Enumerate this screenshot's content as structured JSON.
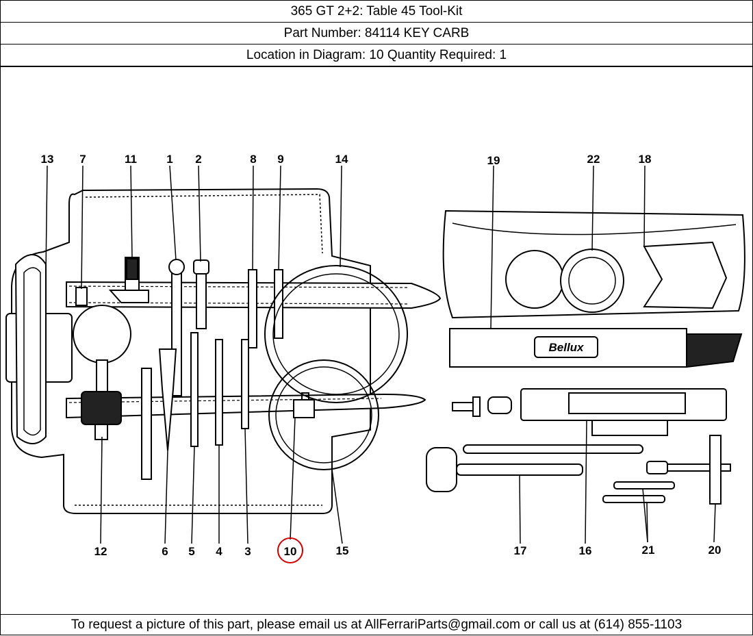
{
  "header": {
    "title": "365 GT 2+2:   Table 45 Tool-Kit",
    "part_number": "Part Number: 84114    KEY CARB",
    "location": "Location in Diagram: 10   Quantity Required: 1"
  },
  "diagram": {
    "callouts_top": [
      "13",
      "7",
      "11",
      "1",
      "2",
      "8",
      "9",
      "14",
      "19",
      "22",
      "18"
    ],
    "callouts_bottom": [
      "12",
      "6",
      "5",
      "4",
      "3",
      "10",
      "15",
      "17",
      "16",
      "21",
      "20"
    ],
    "highlighted": "10",
    "highlight_color": "#cc0000",
    "brand_label": "Bellux"
  },
  "footer": {
    "text": "To request a picture of this part, please email us at AllFerrariParts@gmail.com or call us at (614) 855-1103"
  }
}
